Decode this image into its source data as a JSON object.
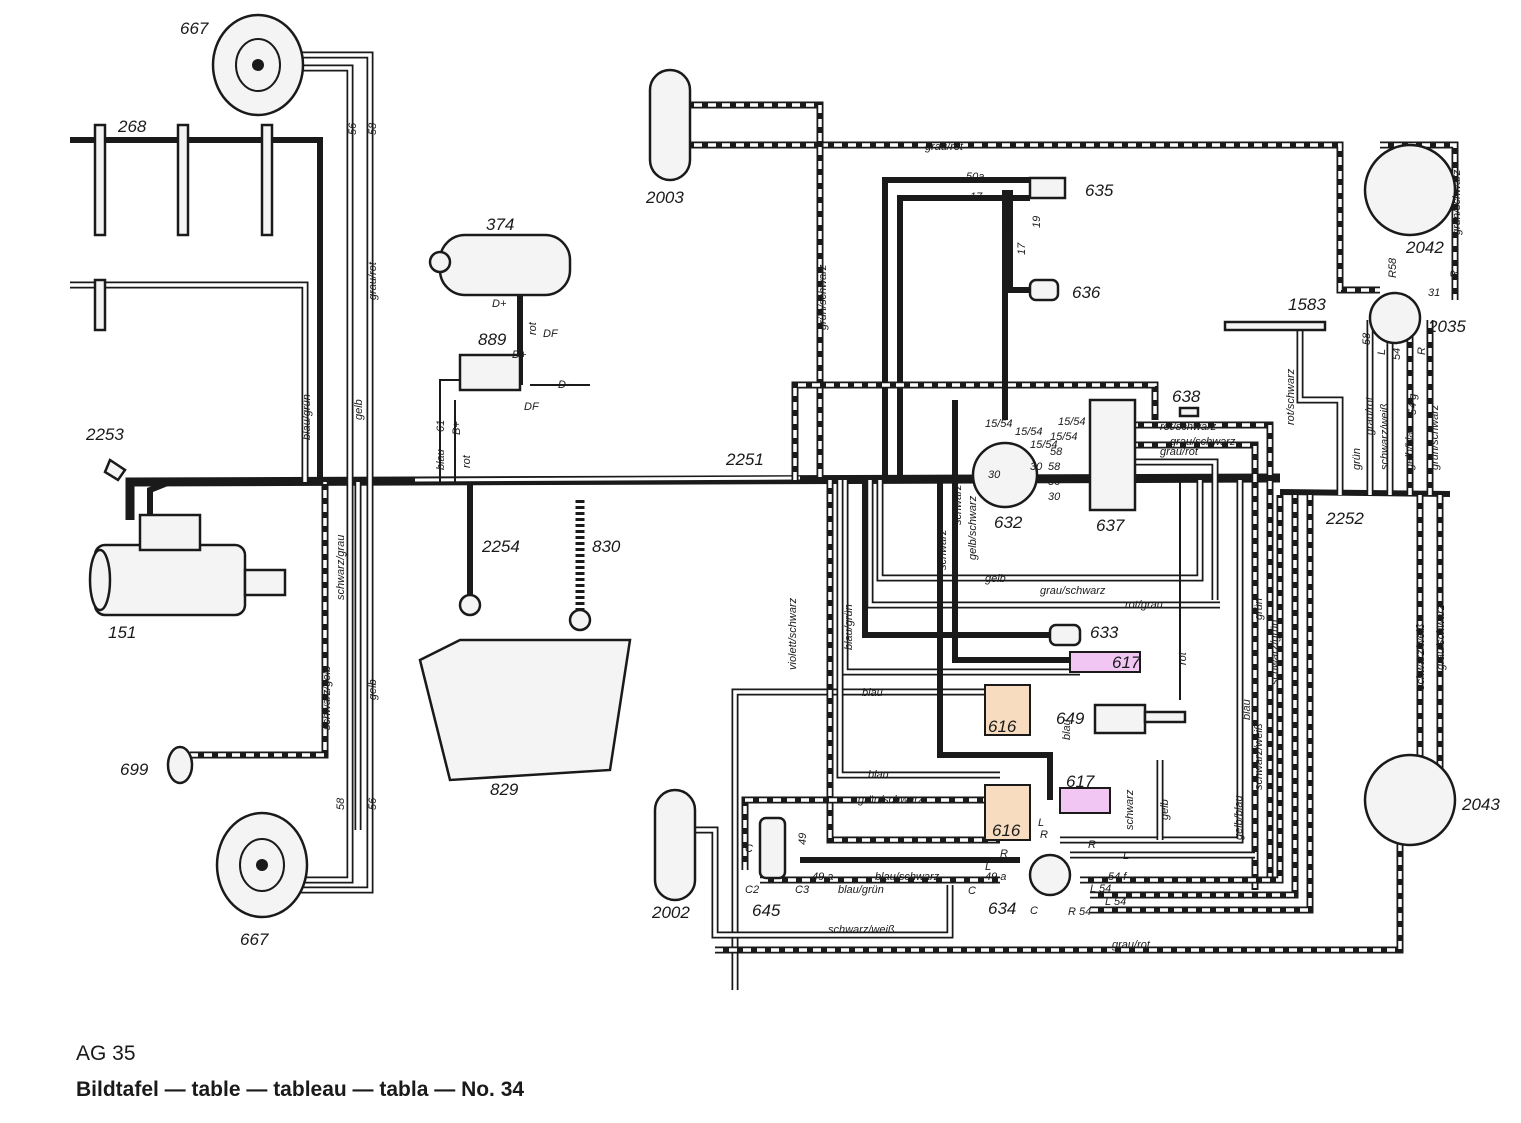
{
  "caption": {
    "code": "AG 35",
    "title": "Bildtafel — table — tableau — tabla — No. 34"
  },
  "components": {
    "c667_top": "667",
    "c667_bottom": "667",
    "c268": "268",
    "c374": "374",
    "c889": "889",
    "c2253": "2253",
    "c151": "151",
    "c2254": "2254",
    "c830": "830",
    "c829": "829",
    "c699": "699",
    "c2251": "2251",
    "c2003": "2003",
    "c635": "635",
    "c636": "636",
    "c2042": "2042",
    "c2035": "2035",
    "c1583": "1583",
    "c638": "638",
    "c632": "632",
    "c637": "637",
    "c2252": "2252",
    "c633": "633",
    "c617_a": "617",
    "c616_a": "616",
    "c649": "649",
    "c617_b": "617",
    "c616_b": "616",
    "c2043": "2043",
    "c2002": "2002",
    "c645": "645",
    "c634": "634"
  },
  "wires": {
    "grau_rot_top": "grau/rot",
    "grun_schwarz_top": "grün/schwarz",
    "grun_schwarz_right": "grün/schwarz",
    "blau_grun": "blau/grün",
    "gelb_left": "gelb",
    "grau_rot_left": "grau/rot",
    "schwarz_grau": "schwarz/grau",
    "schwarz_gelb": "schwarz/gelb",
    "gelb_bottom": "gelb",
    "w56_top": "56",
    "w58_top": "58",
    "w58_bot": "58",
    "w56_bot": "56",
    "blau_harness": "blau",
    "rot_harness": "rot",
    "w61": "61",
    "b_plus": "B+",
    "d_plus_a": "D+",
    "d_plus_b": "D+",
    "df_a": "DF",
    "df_b": "DF",
    "d_minus": "D−",
    "rot_gen": "rot",
    "w50a": "50a",
    "w17": "17",
    "w15_54": "15/54",
    "w17v": "17",
    "w19v": "19",
    "rot_schwarz_637": "rot/schwarz",
    "grau_schwarz_637": "grau/schwarz",
    "grau_rot_637": "grau/rot",
    "t15_54_a": "15/54",
    "t15_54_b": "15/54",
    "t15_54_c": "15/54",
    "t30": "30",
    "t30b": "30",
    "f15_54": "15/54",
    "f58": "58",
    "f56": "56",
    "f30": "30",
    "f15_54b": "15/54",
    "f58b": "58",
    "gelb_mid": "gelb",
    "grau_schwarz_mid": "grau/schwarz",
    "rot_grau": "rot/grau",
    "schwarz_a": "schwarz",
    "schwarz_b": "schwarz",
    "gelb_schwarz": "gelb/schwarz",
    "blau_grun_v": "blau/grün",
    "violett_schwarz": "violett/schwarz",
    "blau_mid": "blau",
    "blau_low": "blau",
    "grun_schwarz_low": "grün/schwarz",
    "rot_v": "rot",
    "blau_v": "blau",
    "schwarz_v": "schwarz",
    "gelb_v": "gelb",
    "gelb_blau": "gelb/blau",
    "schwarz_weiss_v": "schwarz/weiß",
    "schwarz_grun": "schwarz/grün",
    "grun_v": "grün",
    "blau_v2": "blau",
    "rot_schwarz_v": "rot/schwarz",
    "grun_rt": "grün",
    "schwarz_weiss_rt": "schwarz/weiß",
    "gelb_blau_rt": "gelb/blau",
    "grau_rot_rt": "grau/rot",
    "w54g": "54 g",
    "grun_schwarz_rt": "grün/schwarz",
    "schwarz_weiss_2043": "schwarz/weiß",
    "grau_schwarz_2043": "grau/schwarz",
    "r58": "R58",
    "r_2035": "R",
    "w31": "31",
    "w58_2035": "58",
    "l_2035": "L",
    "w54_2035": "54",
    "r_2035b": "R",
    "w49": "49",
    "c_645": "C",
    "c2_645": "C2",
    "c3_645": "C3",
    "w49a": "49 a",
    "blau_schwarz": "blau/schwarz",
    "blau_grun_bot": "blau/grün",
    "w49a_b": "49 a",
    "c_634": "C",
    "c_634b": "C",
    "r_634": "R",
    "l_634": "L",
    "r_634b": "R",
    "l_634b": "L",
    "w54f": "54 f",
    "l54": "L 54",
    "l54b": "L 54",
    "r54": "R 54",
    "schwarz_weiss_bot": "schwarz/weiß",
    "grau_rot_bot": "grau/rot",
    "l_616": "L",
    "r_616": "R"
  }
}
